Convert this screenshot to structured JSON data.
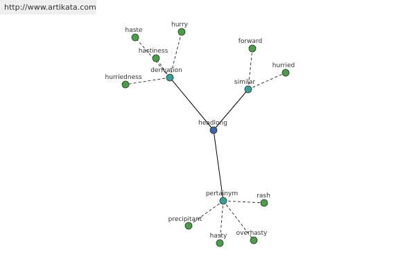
{
  "watermark": "http://www.artikata.com",
  "graph": {
    "edge_colors": {
      "relation": "#000000",
      "member": "#222222"
    },
    "node_colors": {
      "center": "#3f5fa8",
      "relation": "#3f9b9b",
      "leaf": "#4f9a4f",
      "stroke": "#1f3f1f"
    },
    "nodes": [
      {
        "id": "headlong",
        "label": "headlong",
        "kind": "center"
      },
      {
        "id": "derivation",
        "label": "derivation",
        "kind": "relation"
      },
      {
        "id": "similar",
        "label": "similar",
        "kind": "relation"
      },
      {
        "id": "pertainym",
        "label": "pertainym",
        "kind": "relation"
      },
      {
        "id": "haste",
        "label": "haste",
        "kind": "leaf"
      },
      {
        "id": "hurry",
        "label": "hurry",
        "kind": "leaf"
      },
      {
        "id": "hastiness",
        "label": "hastiness",
        "kind": "leaf"
      },
      {
        "id": "hurriedness",
        "label": "hurriedness",
        "kind": "leaf"
      },
      {
        "id": "forward",
        "label": "forward",
        "kind": "leaf"
      },
      {
        "id": "hurried",
        "label": "hurried",
        "kind": "leaf"
      },
      {
        "id": "rash",
        "label": "rash",
        "kind": "leaf"
      },
      {
        "id": "precipitant",
        "label": "precipitant",
        "kind": "leaf"
      },
      {
        "id": "hasty",
        "label": "hasty",
        "kind": "leaf"
      },
      {
        "id": "overhasty",
        "label": "overhasty",
        "kind": "leaf"
      }
    ],
    "edges": [
      {
        "from": "headlong",
        "to": "derivation",
        "style": "solid"
      },
      {
        "from": "headlong",
        "to": "similar",
        "style": "solid"
      },
      {
        "from": "headlong",
        "to": "pertainym",
        "style": "solid"
      },
      {
        "from": "derivation",
        "to": "haste",
        "style": "dashed"
      },
      {
        "from": "derivation",
        "to": "hurry",
        "style": "dashed"
      },
      {
        "from": "derivation",
        "to": "hastiness",
        "style": "dashed"
      },
      {
        "from": "derivation",
        "to": "hurriedness",
        "style": "dashed"
      },
      {
        "from": "similar",
        "to": "forward",
        "style": "dashed"
      },
      {
        "from": "similar",
        "to": "hurried",
        "style": "dashed"
      },
      {
        "from": "pertainym",
        "to": "rash",
        "style": "dashed"
      },
      {
        "from": "pertainym",
        "to": "precipitant",
        "style": "dashed"
      },
      {
        "from": "pertainym",
        "to": "hasty",
        "style": "dashed"
      },
      {
        "from": "pertainym",
        "to": "overhasty",
        "style": "dashed"
      }
    ]
  }
}
